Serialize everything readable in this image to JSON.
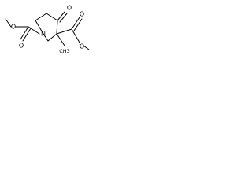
{
  "molecule": {
    "atoms": {
      "ring_nitrogen": "N",
      "ketone_oxygen": "O",
      "carbamate_carbonyl_oxygen": "O",
      "carbamate_ester_oxygen": "O",
      "ester_carbonyl_oxygen": "O",
      "ester_alkoxy_oxygen": "O"
    },
    "substituents": {
      "quaternary_methyl": "CH3"
    }
  }
}
